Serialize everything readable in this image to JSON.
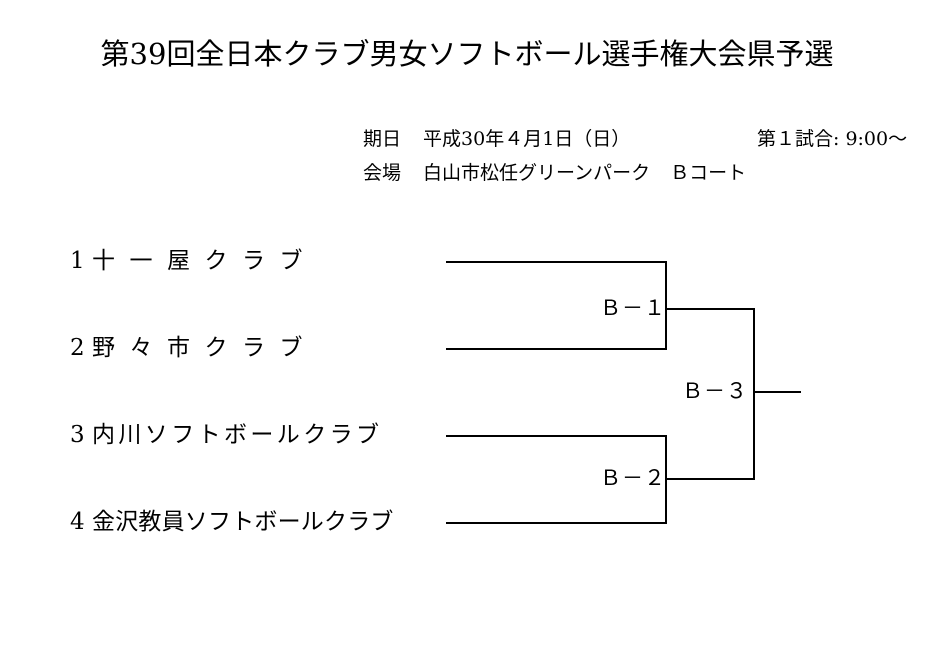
{
  "header": {
    "title": "第39回全日本クラブ男女ソフトボール選手権大会県予選",
    "date_label": "期日",
    "date_value": "平成30年４月1日（日）",
    "venue_label": "会場",
    "venue_value": "白山市松任グリーンパーク",
    "venue_court": "Ｂコート",
    "first_game": "第１試合: 9:00〜"
  },
  "bracket": {
    "type": "single-elimination",
    "teams": [
      {
        "seed": "1",
        "name": "十一屋クラブ",
        "spacing": "wide"
      },
      {
        "seed": "2",
        "name": "野々市クラブ",
        "spacing": "wide"
      },
      {
        "seed": "3",
        "name": "内川ソフトボールクラブ",
        "spacing": "mid"
      },
      {
        "seed": "4",
        "name": "金沢教員ソフトボールクラブ",
        "spacing": "tight"
      }
    ],
    "matches": [
      {
        "id": "B-1",
        "label": "Ｂ－１",
        "round": 1,
        "teams": [
          "1",
          "2"
        ]
      },
      {
        "id": "B-2",
        "label": "Ｂ－２",
        "round": 1,
        "teams": [
          "3",
          "4"
        ]
      },
      {
        "id": "B-3",
        "label": "Ｂ－３",
        "round": 2,
        "teams": [
          "B-1",
          "B-2"
        ]
      }
    ],
    "line_color": "#000000"
  }
}
